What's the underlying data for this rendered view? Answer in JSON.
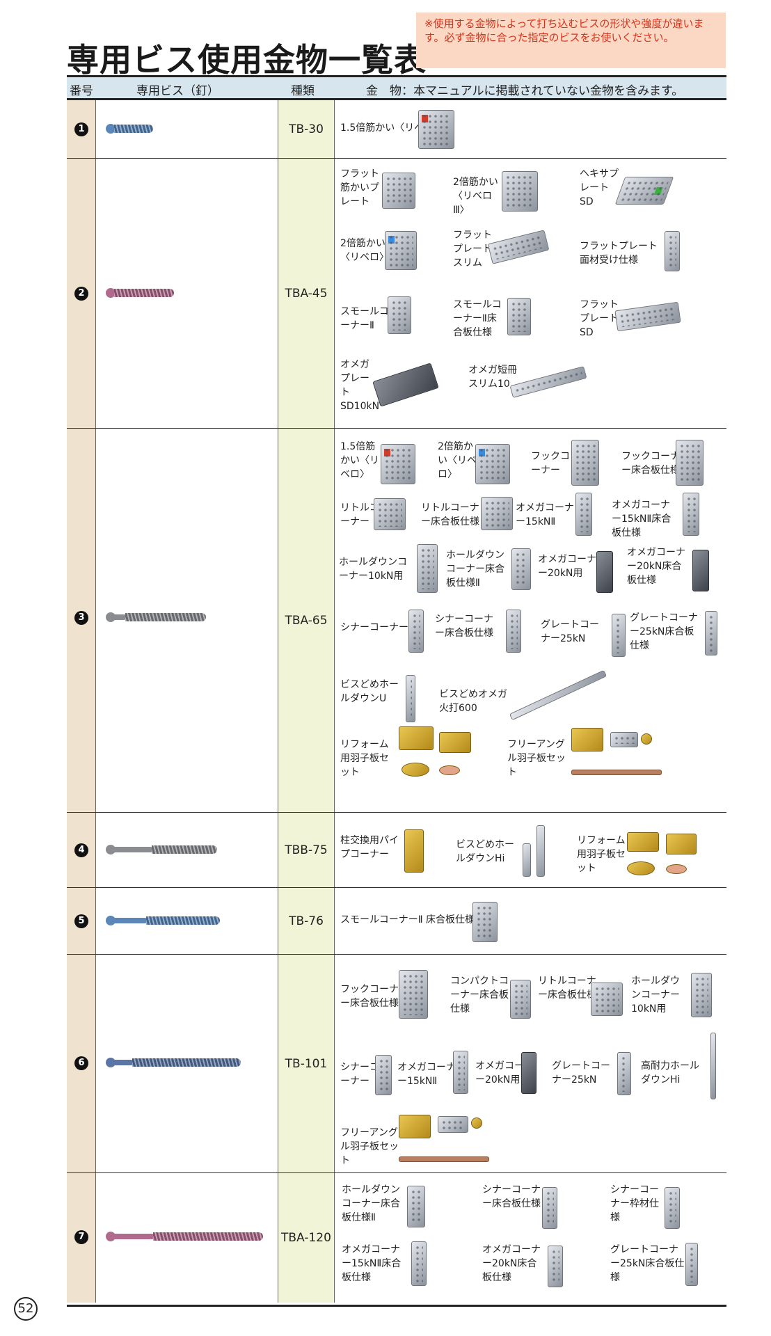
{
  "title": "専用ビス使用金物一覧表",
  "notice": "※使用する金物によって打ち込むビスの形状や強度が違います。必ず金物に合った指定のビスをお使いください。",
  "headers": {
    "number": "番号",
    "screw": "専用ビス（釘）",
    "type": "種類",
    "hardware": "金　物：本マニュアルに掲載されていない金物を含みます。"
  },
  "rows": [
    {
      "num": "1",
      "type": "TB-30",
      "items": [
        "1.5倍筋かい〈リベロ〉"
      ]
    },
    {
      "num": "2",
      "type": "TBA-45",
      "items": [
        "フラット筋かいプレート",
        "2倍筋かい〈リベロⅢ〉",
        "ヘキサプレートSD",
        "2倍筋かい〈リベロ〉",
        "フラットプレートスリム",
        "フラットプレート面材受け仕様",
        "スモールコーナーⅡ",
        "スモールコーナーⅡ床合板仕様",
        "フラットプレートSD",
        "オメガプレートSD10kN",
        "オメガ短冊スリム10"
      ]
    },
    {
      "num": "3",
      "type": "TBA-65",
      "items": [
        "1.5倍筋かい〈リベロ〉",
        "2倍筋かい〈リベロ〉",
        "フックコーナー",
        "フックコーナー床合板仕様",
        "リトルコーナー",
        "リトルコーナー床合板仕様",
        "オメガコーナー15kNⅡ",
        "オメガコーナー15kNⅡ床合板仕様",
        "ホールダウンコーナー10kN用",
        "ホールダウンコーナー床合板仕様Ⅱ",
        "オメガコーナー20kN用",
        "オメガコーナー20kN床合板仕様",
        "シナーコーナー",
        "シナーコーナー床合板仕様",
        "グレートコーナー25kN",
        "グレートコーナー25kN床合板仕様",
        "ビスどめホールダウンU",
        "ビスどめオメガ火打600",
        "リフォーム用羽子板セット",
        "フリーアングル羽子板セット"
      ]
    },
    {
      "num": "4",
      "type": "TBB-75",
      "items": [
        "柱交換用パイプコーナー",
        "ビスどめホールダウンHi",
        "リフォーム用羽子板セット"
      ]
    },
    {
      "num": "5",
      "type": "TB-76",
      "items": [
        "スモールコーナーⅡ 床合板仕様"
      ]
    },
    {
      "num": "6",
      "type": "TB-101",
      "items": [
        "フックコーナー床合板仕様",
        "コンパクトコーナー床合板仕様",
        "リトルコーナー床合板仕様",
        "ホールダウンコーナー10kN用",
        "シナーコーナー",
        "オメガコーナー15kNⅡ",
        "オメガコーナー20kN用",
        "グレートコーナー25kN",
        "高耐力ホールダウンHi",
        "フリーアングル羽子板セット"
      ]
    },
    {
      "num": "7",
      "type": "TBA-120",
      "items": [
        "ホールダウンコーナー床合板仕様Ⅱ",
        "シナーコーナー床合板仕様",
        "シナーコーナー枠材仕様",
        "オメガコーナー15kNⅡ床合板仕様",
        "オメガコーナー20kN床合板仕様",
        "グレートコーナー25kN床合板仕様"
      ]
    }
  ],
  "page_number": "52",
  "colors": {
    "header_bg": "#d6e5ee",
    "number_col_bg": "#efe2cf",
    "type_col_bg": "#f1f4d6",
    "notice_bg": "#fbd8c4",
    "notice_text": "#d4331b",
    "screw_blue": "#5b86b8",
    "screw_magenta": "#b06a8e",
    "screw_gray": "#8a8c90"
  },
  "icons": {
    "number_badge": "filled-circle-number",
    "screw": "screw-icon",
    "hardware": "metal-bracket-icon"
  }
}
